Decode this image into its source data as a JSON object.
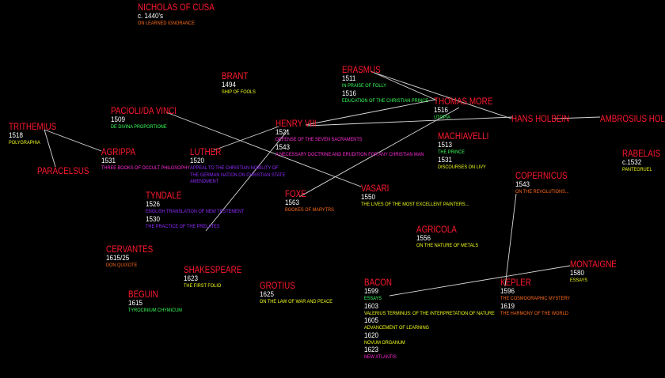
{
  "colors": {
    "background": "#000000",
    "name": "#ff1a2e",
    "year": "#ffffff",
    "edge": "#d8d8d8",
    "orange": "#ff6a1a",
    "yellow": "#f2ff1a",
    "green": "#39ff5a",
    "purple": "#8e2bff",
    "magenta": "#ff2bd6"
  },
  "nodes": {
    "nicholas": {
      "name": "NICHOLAS OF CUSA",
      "entries": [
        {
          "year": "c. 1440's",
          "works": [
            {
              "title": "ON LEARNED IGNORANCE",
              "color": "orange"
            }
          ]
        }
      ]
    },
    "brant": {
      "name": "BRANT",
      "entries": [
        {
          "year": "1494",
          "works": [
            {
              "title": "SHIP OF FOOLS",
              "color": "yellow"
            }
          ]
        }
      ]
    },
    "erasmus": {
      "name": "ERASMUS",
      "entries": [
        {
          "year": "1511",
          "works": [
            {
              "title": "IN PRAISE OF FOLLY",
              "color": "green"
            }
          ]
        },
        {
          "year": "1516",
          "works": [
            {
              "title": "EDUCATION OF THE CHRISTIAN PRINCE",
              "color": "green"
            }
          ]
        }
      ]
    },
    "thomasmore": {
      "name": "THOMAS MORE",
      "entries": [
        {
          "year": "1516",
          "works": [
            {
              "title": "UTOPIA",
              "color": "green"
            }
          ]
        }
      ]
    },
    "hansholbein": {
      "name": "HANS HOLBEIN",
      "entries": []
    },
    "ambrosius": {
      "name": "AMBROSIUS HOLBEIN",
      "entries": []
    },
    "pacioli": {
      "name": "PACIOLI/DA VINCI",
      "entries": [
        {
          "year": "1509",
          "works": [
            {
              "title": "DE DIVINA PROPORTIONE",
              "color": "green"
            }
          ]
        }
      ]
    },
    "henry": {
      "name": "HENRY VIII",
      "entries": [
        {
          "year": "1521",
          "works": [
            {
              "title": "DEFENSE OF THE SEVEN SACRAMENTS",
              "color": "magenta"
            }
          ]
        },
        {
          "year": "1543",
          "works": [
            {
              "title": "A NECESSARY DOCTRINE AND ERUDITION FOR ANY CHRISTIAN MAN",
              "color": "magenta"
            }
          ]
        }
      ]
    },
    "trithemius": {
      "name": "TRITHEMIUS",
      "entries": [
        {
          "year": "1518",
          "works": [
            {
              "title": "POLYGRAPHIA",
              "color": "yellow"
            }
          ]
        }
      ]
    },
    "paracelsus": {
      "name": "PARACELSUS",
      "entries": []
    },
    "agrippa": {
      "name": "AGRIPPA",
      "entries": [
        {
          "year": "1531",
          "works": [
            {
              "title": "THREE BOOKS OF OCCULT PHILOSOPHY",
              "color": "magenta"
            }
          ]
        }
      ]
    },
    "luther": {
      "name": "LUTHER",
      "entries": [
        {
          "year": "1520",
          "works": [
            {
              "title": "APPEAL TO THE CHRISTIAN NOBILITY OF",
              "color": "purple"
            },
            {
              "title": "THE GERMAN NATION ON CHRISTIAN STATE",
              "color": "purple"
            },
            {
              "title": "AMENDMENT",
              "color": "purple"
            }
          ]
        }
      ]
    },
    "machiavelli": {
      "name": "MACHIAVELLI",
      "entries": [
        {
          "year": "1513",
          "works": [
            {
              "title": "THE PRINCE",
              "color": "green"
            }
          ]
        },
        {
          "year": "1531",
          "works": [
            {
              "title": "DISCOURSES ON LIVY",
              "color": "yellow"
            }
          ]
        }
      ]
    },
    "rabelais": {
      "name": "RABELAIS",
      "entries": [
        {
          "year": "c.1532",
          "works": [
            {
              "title": "PANTEGRUEL",
              "color": "yellow"
            }
          ]
        }
      ]
    },
    "tyndale": {
      "name": "TYNDALE",
      "entries": [
        {
          "year": "1526",
          "works": [
            {
              "title": "ENGLISH TRANSLATION OF NEW TESTEMENT",
              "color": "purple"
            }
          ]
        },
        {
          "year": "1530",
          "works": [
            {
              "title": "THE PRACTICE OF THE PRELATES",
              "color": "purple"
            }
          ]
        }
      ]
    },
    "foxe": {
      "name": "FOXE",
      "entries": [
        {
          "year": "1563",
          "works": [
            {
              "title": "BOOKES OF MARYTRS",
              "color": "orange"
            }
          ]
        }
      ]
    },
    "vasari": {
      "name": "VASARI",
      "entries": [
        {
          "year": "1550",
          "works": [
            {
              "title": "THE LIVES OF THE MOST EXCELLENT PAINTERS...",
              "color": "yellow"
            }
          ]
        }
      ]
    },
    "copernicus": {
      "name": "COPERNICUS",
      "entries": [
        {
          "year": "1543",
          "works": [
            {
              "title": "ON THE REVOLUTIONS...",
              "color": "orange"
            }
          ]
        }
      ]
    },
    "agricola": {
      "name": "AGRICOLA",
      "entries": [
        {
          "year": "1556",
          "works": [
            {
              "title": "ON THE NATURE OF METALS",
              "color": "yellow"
            }
          ]
        }
      ]
    },
    "cervantes": {
      "name": "CERVANTES",
      "entries": [
        {
          "year": "1615/25",
          "works": [
            {
              "title": "DON QUIXOTE",
              "color": "orange"
            }
          ]
        }
      ]
    },
    "shakespeare": {
      "name": "SHAKESPEARE",
      "entries": [
        {
          "year": "1623",
          "works": [
            {
              "title": "THE FIRST FOLIO",
              "color": "yellow"
            }
          ]
        }
      ]
    },
    "montaigne": {
      "name": "MONTAIGNE",
      "entries": [
        {
          "year": "1580",
          "works": [
            {
              "title": "ESSAYS",
              "color": "yellow"
            }
          ]
        }
      ]
    },
    "grotius": {
      "name": "GROTIUS",
      "entries": [
        {
          "year": "1625",
          "works": [
            {
              "title": "ON THE LAW OF WAR AND PEACE",
              "color": "yellow"
            }
          ]
        }
      ]
    },
    "beguin": {
      "name": "BEGUIN",
      "entries": [
        {
          "year": "1615",
          "works": [
            {
              "title": "TYROCINIUM CHYMICUM",
              "color": "green"
            }
          ]
        }
      ]
    },
    "bacon": {
      "name": "BACON",
      "entries": [
        {
          "year": "1599",
          "works": [
            {
              "title": "ESSAYS",
              "color": "green"
            }
          ]
        },
        {
          "year": "1603",
          "works": [
            {
              "title": "VALERIUS TERMINUS: OF THE INTERPRETATION OF NATURE",
              "color": "yellow"
            }
          ]
        },
        {
          "year": "1605",
          "works": [
            {
              "title": "ADVANCEMENT OF LEARNING",
              "color": "yellow"
            }
          ]
        },
        {
          "year": "1620",
          "works": [
            {
              "title": "NOVUM ORGANUM",
              "color": "yellow"
            }
          ]
        },
        {
          "year": "1623",
          "works": [
            {
              "title": "NEW ATLANTIS",
              "color": "magenta"
            }
          ]
        }
      ]
    },
    "kepler": {
      "name": "KEPLER",
      "entries": [
        {
          "year": "1596",
          "works": [
            {
              "title": "THE COSMOGRAPHIC MYSTERY",
              "color": "orange"
            }
          ]
        },
        {
          "year": "1619",
          "works": [
            {
              "title": "THE HARMONY OF THE WORLD",
              "color": "orange"
            }
          ]
        }
      ]
    }
  },
  "links": [
    [
      "trithemius",
      "paracelsus"
    ],
    [
      "trithemius",
      "agrippa"
    ],
    [
      "pacioli",
      "vasari"
    ],
    [
      "luther",
      "henry"
    ],
    [
      "henry",
      "tyndale"
    ],
    [
      "henry",
      "thomasmore"
    ],
    [
      "henry",
      "hansholbein"
    ],
    [
      "erasmus",
      "thomasmore"
    ],
    [
      "erasmus",
      "hansholbein"
    ],
    [
      "thomasmore",
      "foxe"
    ],
    [
      "hansholbein",
      "ambrosius"
    ],
    [
      "copernicus",
      "kepler"
    ],
    [
      "bacon",
      "montaigne"
    ]
  ]
}
